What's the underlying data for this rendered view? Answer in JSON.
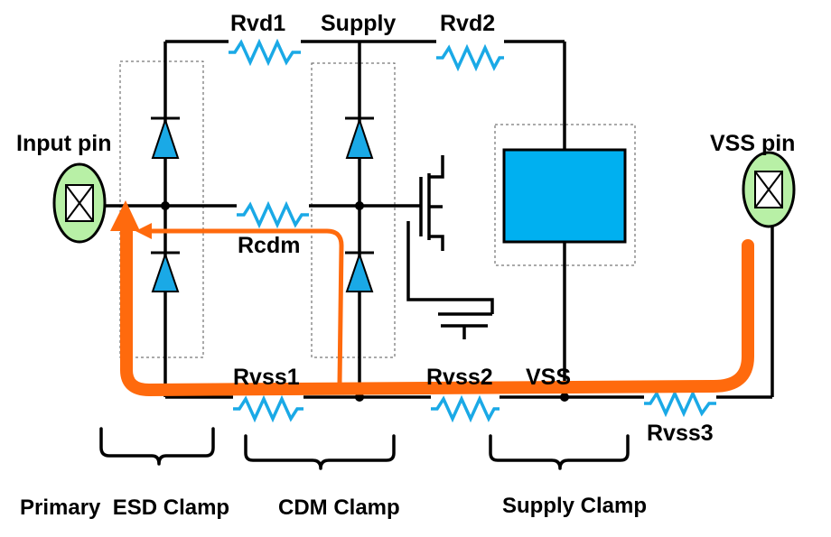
{
  "labels": {
    "rvd1": "Rvd1",
    "supply": "Supply",
    "rvd2": "Rvd2",
    "input_pin": "Input pin",
    "vss_pin": "VSS pin",
    "rcdm": "Rcdm",
    "rvss1": "Rvss1",
    "rvss2": "Rvss2",
    "vss": "VSS",
    "rvss3": "Rvss3",
    "primary_esd_clamp": "Primary  ESD Clamp",
    "cdm_clamp": "CDM Clamp",
    "supply_clamp": "Supply Clamp"
  },
  "colors": {
    "wire": "#000000",
    "resistor": "#1aa9e6",
    "diode_fill": "#1aa9e6",
    "clamp_block": "#00b0f0",
    "pad_fill": "#b8f0a6",
    "discharge_path": "#ff6a0d"
  }
}
